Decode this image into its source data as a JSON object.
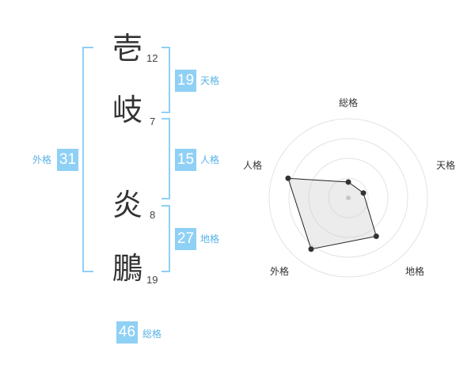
{
  "name_chars": [
    {
      "char": "壱",
      "strokes": "12"
    },
    {
      "char": "岐",
      "strokes": "7"
    },
    {
      "char": "炎",
      "strokes": "8"
    },
    {
      "char": "鵬",
      "strokes": "19"
    }
  ],
  "fortunes": {
    "tenkaku": {
      "value": "19",
      "label": "天格"
    },
    "jinkaku": {
      "value": "15",
      "label": "人格"
    },
    "chikaku": {
      "value": "27",
      "label": "地格"
    },
    "gaikaku": {
      "value": "31",
      "label": "外格"
    },
    "soukaku": {
      "value": "46",
      "label": "総格"
    }
  },
  "colors": {
    "badge_bg": "#8fd0f5",
    "badge_text": "#ffffff",
    "label_text": "#59b2e6",
    "bracket": "#8fd0f5"
  },
  "chart_data": {
    "type": "radar",
    "axes": [
      "総格",
      "天格",
      "地格",
      "外格",
      "人格"
    ],
    "max": 5,
    "rings": 4,
    "values": [
      1,
      1,
      3,
      4,
      4
    ]
  }
}
